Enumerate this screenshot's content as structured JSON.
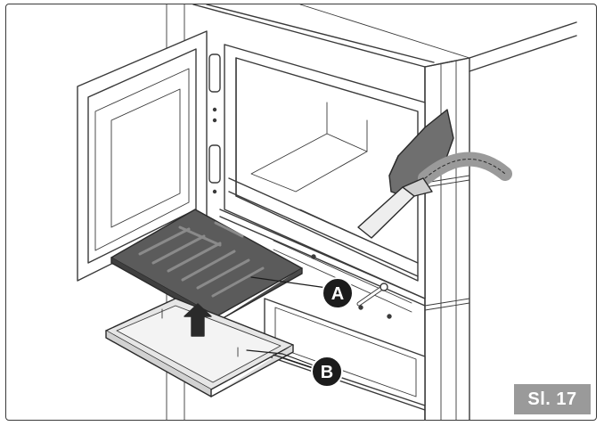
{
  "figure": {
    "label": "Sl. 17"
  },
  "callouts": [
    {
      "id": "A",
      "text": "A"
    },
    {
      "id": "B",
      "text": "B"
    }
  ],
  "colors": {
    "line": "#3a3a3a",
    "grate_fill": "#5b5b5b",
    "grate_slot": "#7a7a7a",
    "ashpan_fill": "#e6e6e6",
    "callout_fill": "#1c1c1c",
    "glove_fill": "#6f6f6f",
    "label_bg": "#9a9a9a"
  },
  "icons": [
    "up-arrow-icon",
    "glove-hand-icon",
    "vacuum-hose-icon"
  ]
}
